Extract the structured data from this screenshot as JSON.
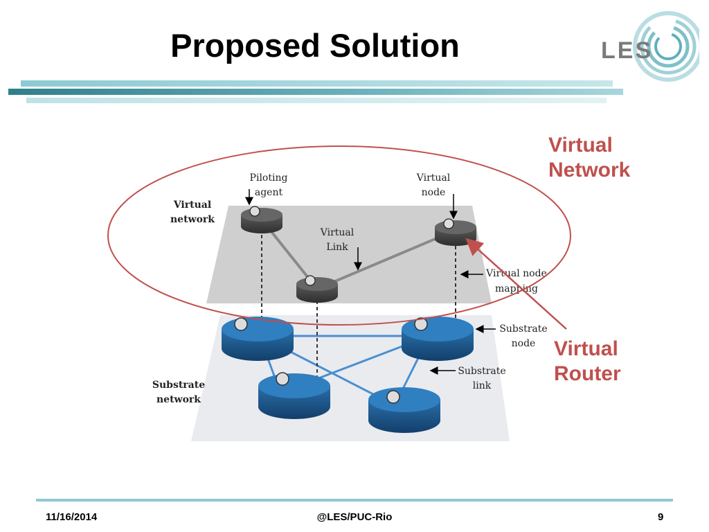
{
  "slide": {
    "title": "Proposed Solution",
    "logo_text": "LES",
    "accent_color": "#c0504d",
    "bar_color": "#4a9aa5"
  },
  "diagram": {
    "labels": {
      "virtual_network": [
        "Virtual",
        "network"
      ],
      "substrate_network": [
        "Substrate",
        "network"
      ],
      "piloting_agent": [
        "Piloting",
        "agent"
      ],
      "virtual_node": [
        "Virtual",
        "node"
      ],
      "virtual_link": [
        "Virtual",
        "Link"
      ],
      "virtual_node_mapping": [
        "Virtual node",
        "mapping"
      ],
      "substrate_node": [
        "Substrate",
        "node"
      ],
      "substrate_link": [
        "Substrate",
        "link"
      ]
    }
  },
  "callouts": {
    "virtual_network": [
      "Virtual",
      "Network"
    ],
    "virtual_router": [
      "Virtual",
      "Router"
    ]
  },
  "footer": {
    "date": "11/16/2014",
    "center": "@LES/PUC-Rio",
    "page": "9"
  }
}
